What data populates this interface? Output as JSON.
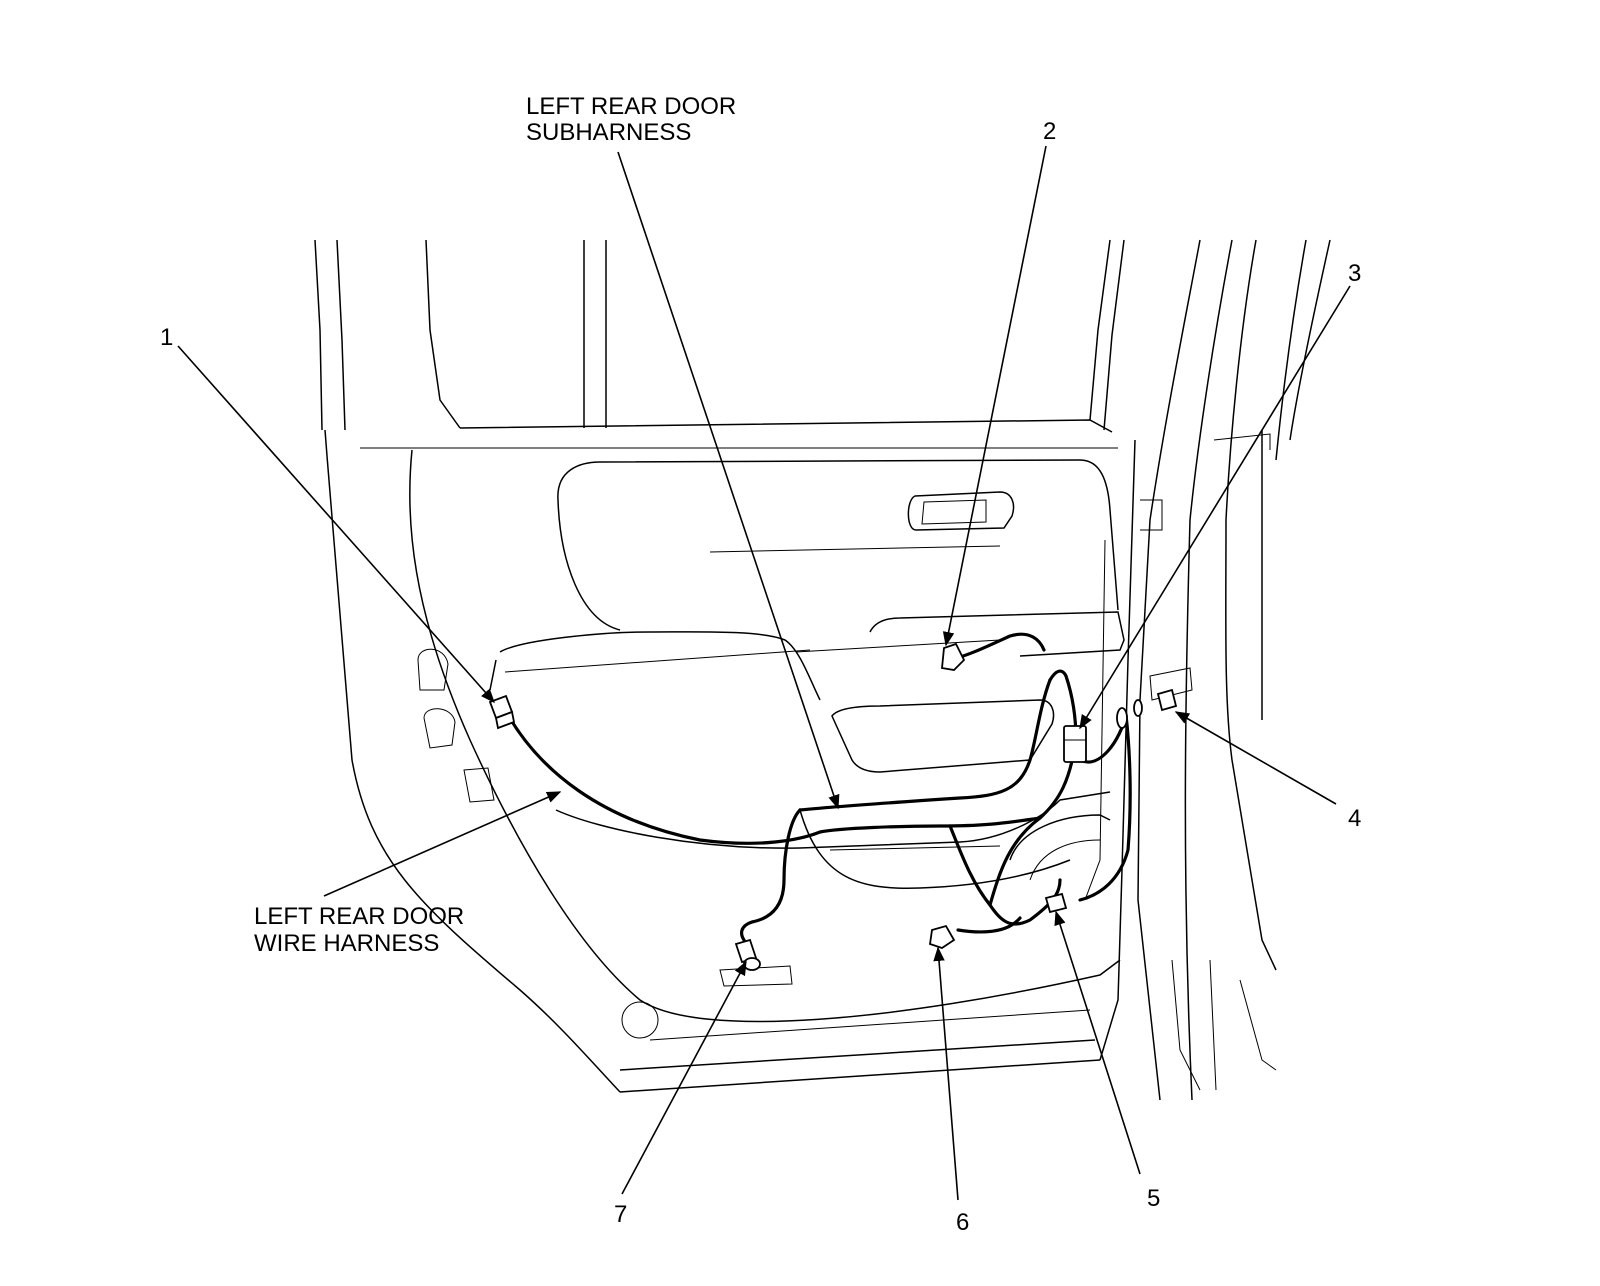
{
  "labels": {
    "subharness": [
      "LEFT REAR DOOR",
      "SUBHARNESS"
    ],
    "wire_harness": [
      "LEFT REAR DOOR",
      "WIRE HARNESS"
    ]
  },
  "callouts": [
    "1",
    "2",
    "3",
    "4",
    "5",
    "6",
    "7"
  ]
}
